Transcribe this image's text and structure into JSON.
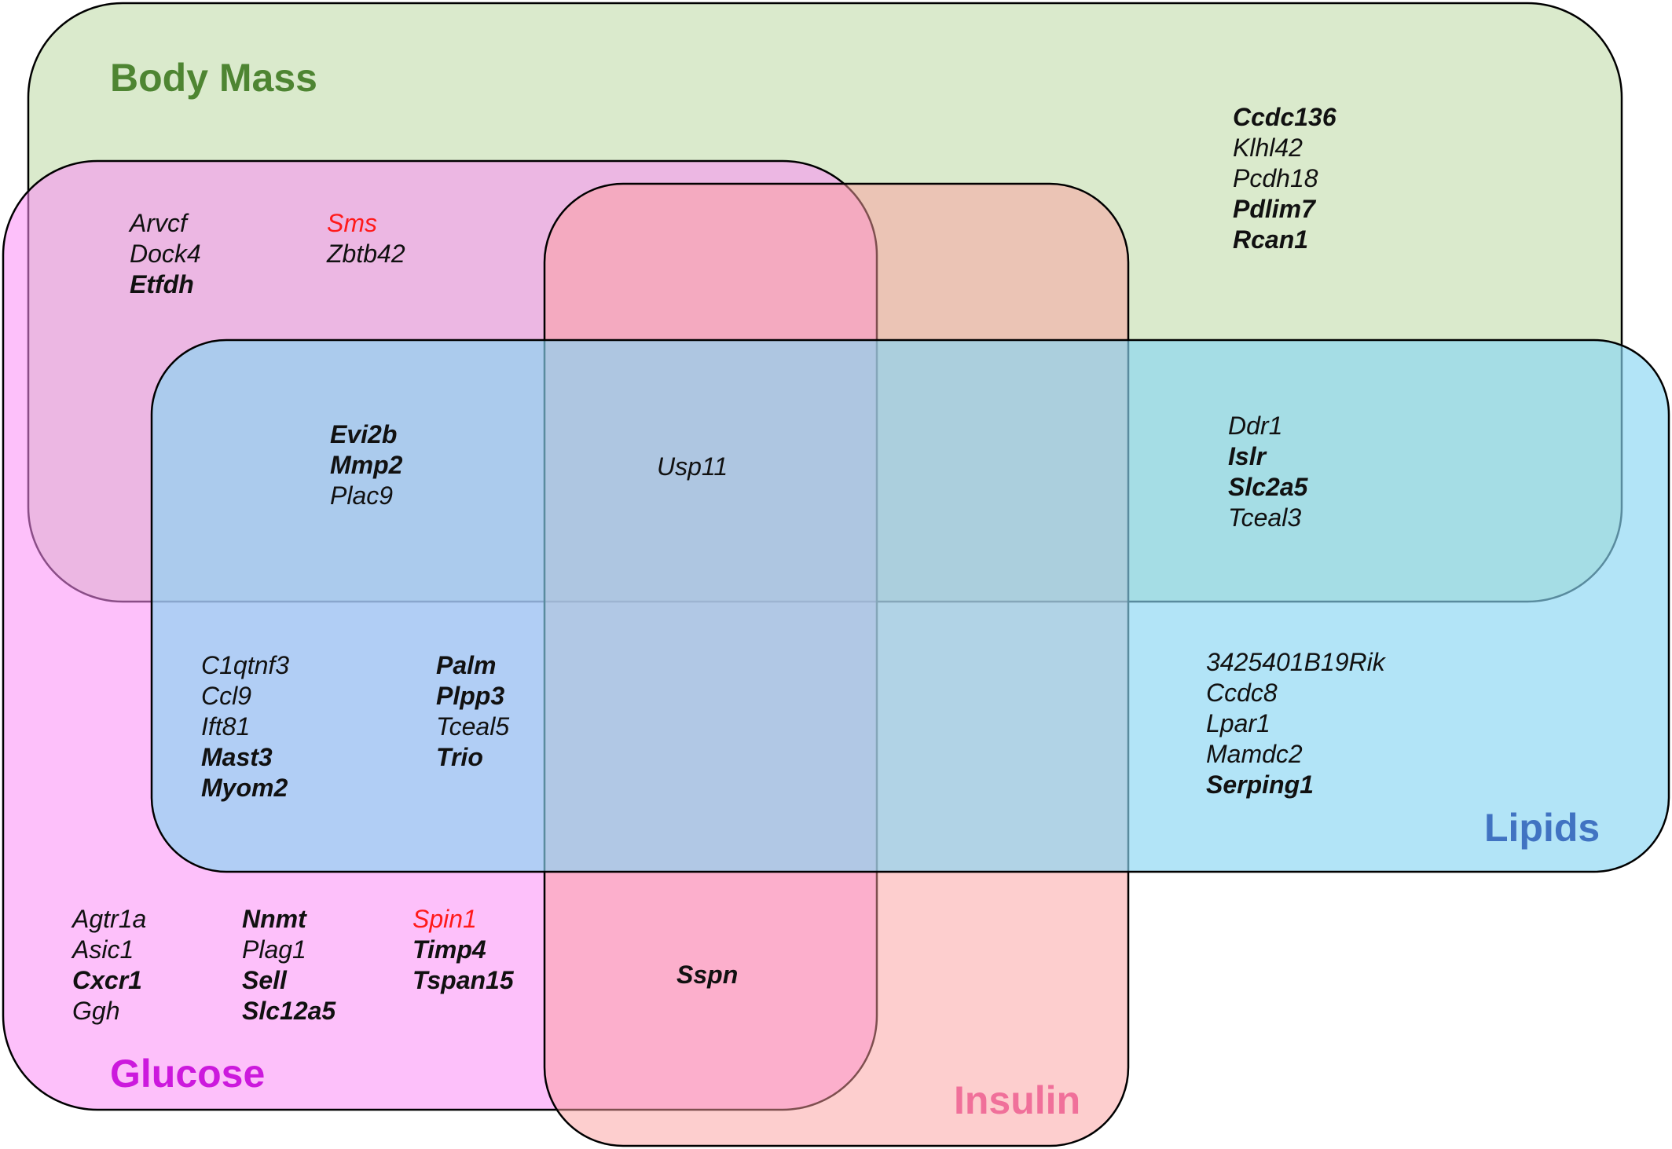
{
  "sets": {
    "body_mass": {
      "label": "Body Mass",
      "fill": "#c6deb0",
      "label_color": "#4e8532"
    },
    "glucose": {
      "label": "Glucose",
      "fill": "#fb8cf6",
      "label_color": "#cc19dd"
    },
    "insulin": {
      "label": "Insulin",
      "fill": "#fb9e9e",
      "label_color": "#f0709a"
    },
    "lipids": {
      "label": "Lipids",
      "fill": "#88d6f2",
      "label_color": "#4173c2"
    }
  },
  "regions": {
    "body_mass_only": [
      {
        "name": "Ccdc136",
        "bold": true
      },
      {
        "name": "Klhl42"
      },
      {
        "name": "Pcdh18"
      },
      {
        "name": "Pdlim7",
        "bold": true
      },
      {
        "name": "Rcan1",
        "bold": true
      }
    ],
    "body_mass_glucose_a": [
      {
        "name": "Arvcf"
      },
      {
        "name": "Dock4"
      },
      {
        "name": "Etfdh",
        "bold": true
      }
    ],
    "body_mass_glucose_b": [
      {
        "name": "Sms",
        "red": true
      },
      {
        "name": "Zbtb42"
      }
    ],
    "body_mass_glucose_lipids": [
      {
        "name": "Evi2b",
        "bold": true
      },
      {
        "name": "Mmp2",
        "bold": true
      },
      {
        "name": "Plac9"
      }
    ],
    "all_four": [
      {
        "name": "Usp11"
      }
    ],
    "body_mass_lipids": [
      {
        "name": "Ddr1"
      },
      {
        "name": "Islr",
        "bold": true
      },
      {
        "name": "Slc2a5",
        "bold": true
      },
      {
        "name": "Tceal3"
      }
    ],
    "glucose_lipids_a": [
      {
        "name": "C1qtnf3"
      },
      {
        "name": "Ccl9"
      },
      {
        "name": "Ift81"
      },
      {
        "name": "Mast3",
        "bold": true
      },
      {
        "name": "Myom2",
        "bold": true
      }
    ],
    "glucose_lipids_b": [
      {
        "name": "Palm",
        "bold": true
      },
      {
        "name": "Plpp3",
        "bold": true
      },
      {
        "name": "Tceal5"
      },
      {
        "name": "Trio",
        "bold": true
      }
    ],
    "lipids_only": [
      {
        "name": "3425401B19Rik"
      },
      {
        "name": "Ccdc8"
      },
      {
        "name": "Lpar1"
      },
      {
        "name": "Mamdc2"
      },
      {
        "name": "Serping1",
        "bold": true
      }
    ],
    "glucose_only_a": [
      {
        "name": "Agtr1a"
      },
      {
        "name": "Asic1"
      },
      {
        "name": "Cxcr1",
        "bold": true
      },
      {
        "name": "Ggh"
      }
    ],
    "glucose_only_b": [
      {
        "name": "Nnmt",
        "bold": true
      },
      {
        "name": "Plag1"
      },
      {
        "name": "Sell",
        "bold": true
      },
      {
        "name": "Slc12a5",
        "bold": true
      }
    ],
    "glucose_only_c": [
      {
        "name": "Spin1",
        "red": true
      },
      {
        "name": "Timp4",
        "bold": true
      },
      {
        "name": "Tspan15",
        "bold": true
      }
    ],
    "glucose_insulin": [
      {
        "name": "Sspn",
        "bold": true
      }
    ]
  }
}
